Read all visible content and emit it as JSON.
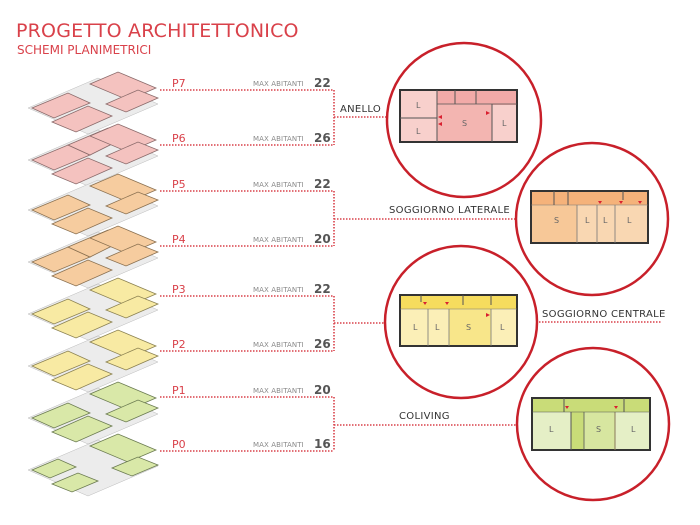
{
  "header": {
    "title": "PROGETTO ARCHITETTONICO",
    "subtitle": "SCHEMI PLANIMETRICI"
  },
  "max_label": "MAX ABITANTI",
  "levels": [
    {
      "id": "P7",
      "max": "22",
      "color": "#f4c2bf"
    },
    {
      "id": "P6",
      "max": "26",
      "color": "#f4c2bf"
    },
    {
      "id": "P5",
      "max": "22",
      "color": "#f6cc9f"
    },
    {
      "id": "P4",
      "max": "20",
      "color": "#f6cc9f"
    },
    {
      "id": "P3",
      "max": "22",
      "color": "#f8eaa3"
    },
    {
      "id": "P2",
      "max": "26",
      "color": "#f8eaa3"
    },
    {
      "id": "P1",
      "max": "20",
      "color": "#d9e8a8"
    },
    {
      "id": "P0",
      "max": "16",
      "color": "#d9e8a8"
    }
  ],
  "typologies": [
    {
      "name": "ANELLO",
      "levels": [
        "P7",
        "P6"
      ],
      "rooms": [
        "L",
        "L",
        "S",
        "L"
      ]
    },
    {
      "name": "SOGGIORNO LATERALE",
      "levels": [
        "P5",
        "P4"
      ],
      "rooms": [
        "S",
        "L",
        "L",
        "L"
      ]
    },
    {
      "name": "SOGGIORNO CENTRALE",
      "levels": [
        "P3",
        "P2"
      ],
      "rooms": [
        "L",
        "L",
        "S",
        "L"
      ]
    },
    {
      "name": "COLIVING",
      "levels": [
        "P1",
        "P0"
      ],
      "rooms": [
        "L",
        "S",
        "L"
      ]
    }
  ],
  "colors": {
    "accent_red": "#d9414a",
    "circle_red": "#c8202a",
    "pink": "#f4c2bf",
    "orange": "#f6cc9f",
    "yellow": "#f8eaa3",
    "green": "#d9e8a8"
  }
}
